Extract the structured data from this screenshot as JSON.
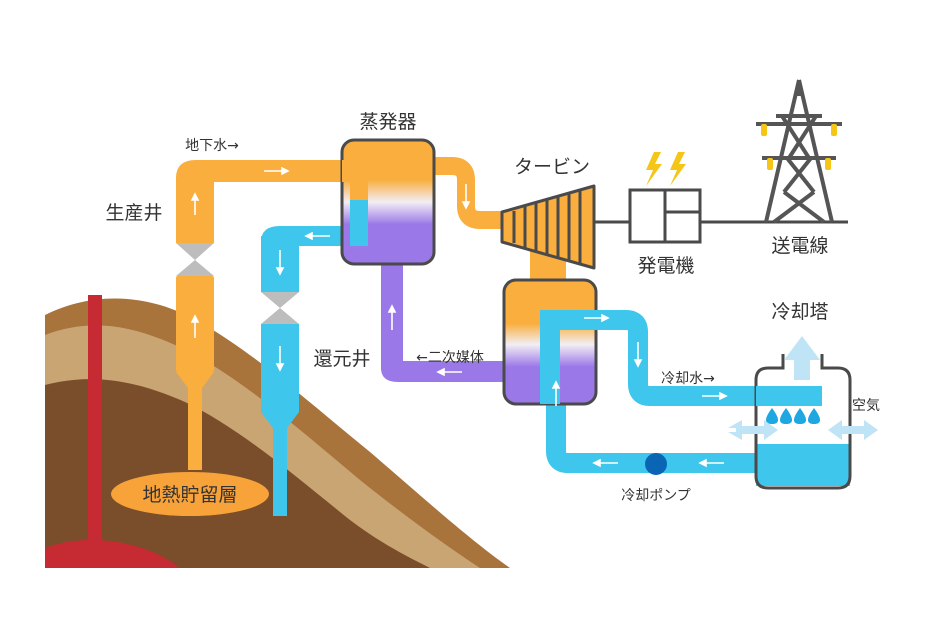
{
  "labels": {
    "evaporator": "蒸発器",
    "turbine": "タービン",
    "generator": "発電機",
    "transmission_line": "送電線",
    "production_well": "生産井",
    "injection_well": "還元井",
    "groundwater": "地下水→",
    "secondary_medium": "←二次媒体",
    "cooling_tower": "冷却塔",
    "cooling_water": "冷却水→",
    "air": "空気",
    "cooling_pump": "冷却ポンプ",
    "reservoir": "地熱貯留層"
  },
  "colors": {
    "hot_water": "#F9AE3D",
    "cold_water": "#3EC6EC",
    "secondary_medium": "#9B78E8",
    "magma": "#C62A33",
    "earth_dark": "#7A4E2A",
    "earth_mid": "#A9733C",
    "earth_light": "#C9A574",
    "steel": "#555555",
    "spark": "#F5C518",
    "pump": "#0A66B5"
  }
}
